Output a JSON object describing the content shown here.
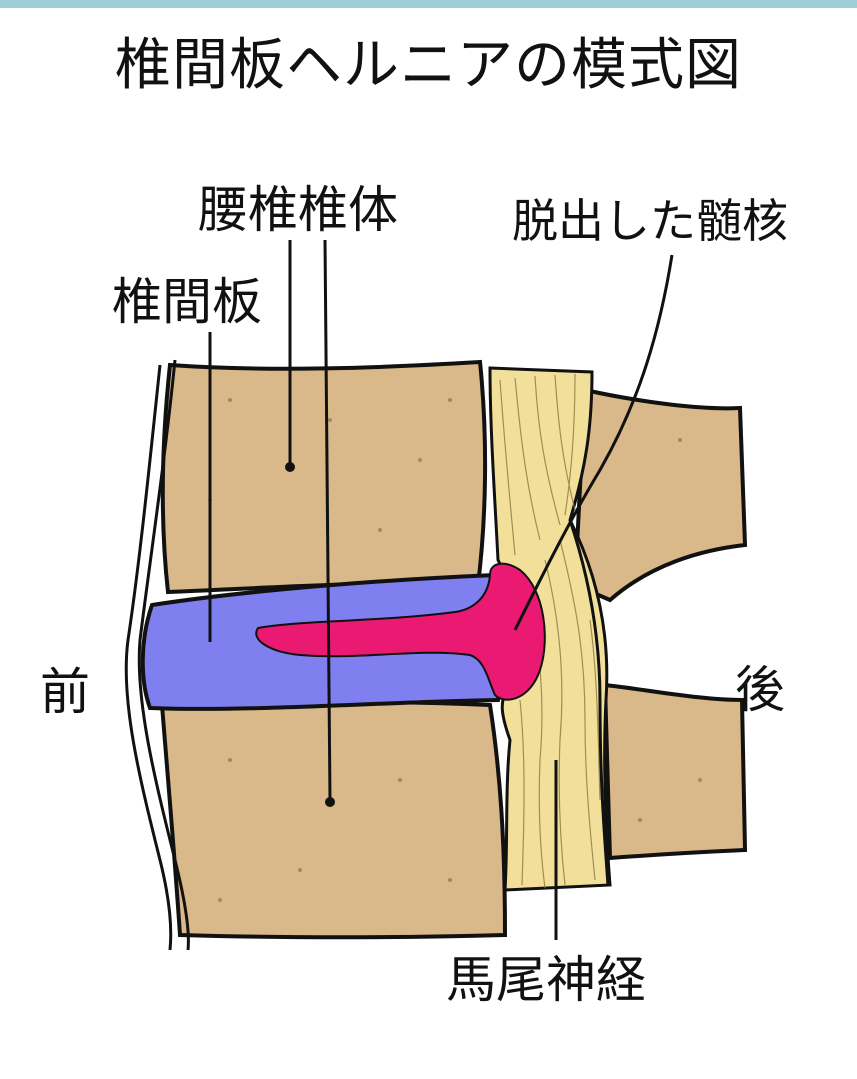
{
  "title": "椎間板ヘルニアの模式図",
  "labels": {
    "lumbar_vertebra": "腰椎椎体",
    "disc": "椎間板",
    "herniated_nucleus": "脱出した髄核",
    "anterior": "前",
    "posterior": "後",
    "cauda_equina": "馬尾神経"
  },
  "colors": {
    "bone": "#d9b98a",
    "disc": "#7f7ff0",
    "nucleus": "#ea1a73",
    "nerve": "#f2e09a",
    "outline": "#111111",
    "topbar": "#9ecfd6"
  }
}
